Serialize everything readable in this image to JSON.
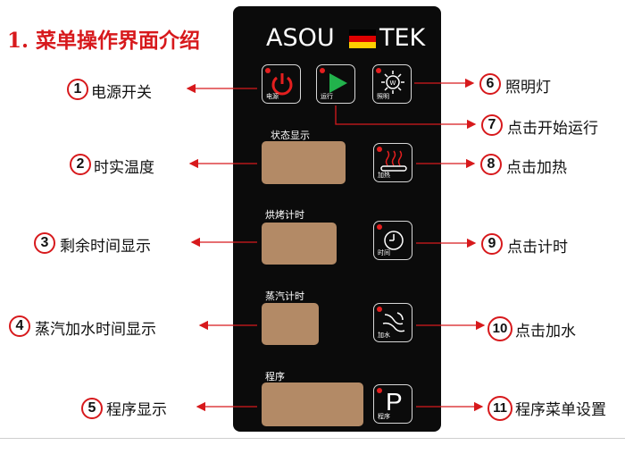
{
  "title": "1. 菜单操作界面介绍",
  "brand": {
    "left": "ASOU",
    "right": "TEK"
  },
  "colors": {
    "accent": "#d7191c",
    "panel": "#0b0b0b",
    "display": "#b38a66",
    "led": "#e41f1f",
    "play": "#22b24c",
    "power": "#e41f1f"
  },
  "buttons": {
    "power": {
      "caption": "电源",
      "icon": "power-icon"
    },
    "run": {
      "caption": "运行",
      "icon": "play-icon"
    },
    "light": {
      "caption": "照明",
      "icon": "lamp-icon"
    },
    "heat": {
      "caption": "加热",
      "icon": "heat-icon"
    },
    "timer": {
      "caption": "时间",
      "icon": "clock-icon"
    },
    "water": {
      "caption": "加水",
      "icon": "water-icon"
    },
    "program": {
      "caption": "程序",
      "glyph": "P"
    }
  },
  "displays": {
    "status": "状态显示",
    "bake": "烘烤计时",
    "steam": "蒸汽计时",
    "program": "程序"
  },
  "callouts": {
    "c1": {
      "num": "1",
      "text": "电源开关"
    },
    "c2": {
      "num": "2",
      "text": "时实温度"
    },
    "c3": {
      "num": "3",
      "text": "剩余时间显示"
    },
    "c4": {
      "num": "4",
      "text": "蒸汽加水时间显示"
    },
    "c5": {
      "num": "5",
      "text": "程序显示"
    },
    "c6": {
      "num": "6",
      "text": "照明灯"
    },
    "c7": {
      "num": "7",
      "text": "点击开始运行"
    },
    "c8": {
      "num": "8",
      "text": "点击加热"
    },
    "c9": {
      "num": "9",
      "text": "点击计时"
    },
    "c10": {
      "num": "10",
      "text": "点击加水"
    },
    "c11": {
      "num": "11",
      "text": "程序菜单设置"
    }
  }
}
